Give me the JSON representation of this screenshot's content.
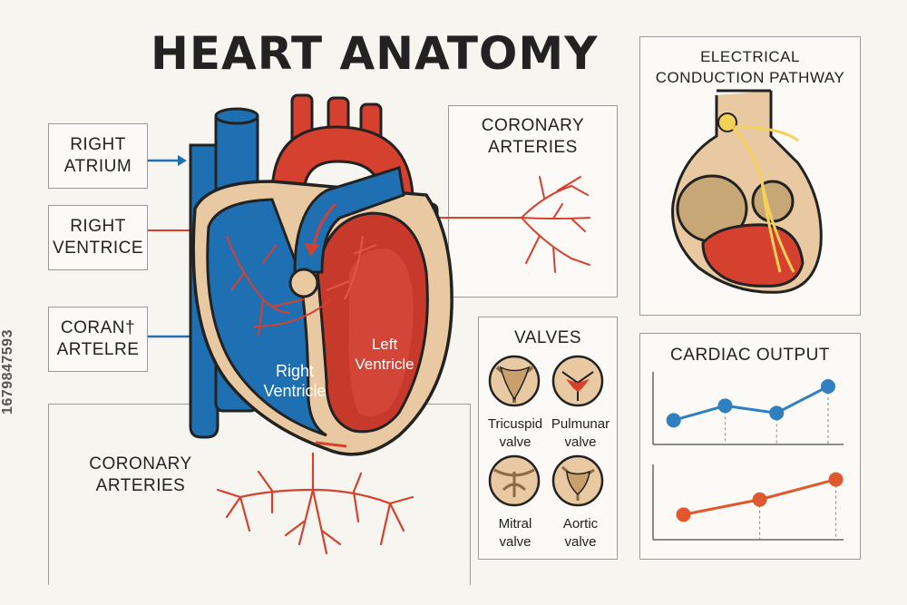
{
  "title": "HEART ANATOMY",
  "stock_id": "1679847593",
  "labels": {
    "right_atrium": [
      "RIGHT",
      "ATRIUM"
    ],
    "right_ventricle_box": [
      "RIGHT",
      "VENTRICE"
    ],
    "coronary_box_left": [
      "CORAN†",
      "ARTELRE"
    ],
    "coronary_bottom": [
      "CORONARY",
      "ARTERIES"
    ],
    "coronary_top": [
      "CORONARY",
      "ARTERIES"
    ],
    "heart_right_ventricle": [
      "Right",
      "Ventricle"
    ],
    "heart_left_ventricle": [
      "Left",
      "Ventricle"
    ]
  },
  "conduction": {
    "title": [
      "ELECTRICAL",
      "CONDUCTION PATHWAY"
    ]
  },
  "valves": {
    "title": "VALVES",
    "items": [
      {
        "name": [
          "Tricuspid",
          "valve"
        ]
      },
      {
        "name": [
          "Pulmunar",
          "valve"
        ]
      },
      {
        "name": [
          "Mitral",
          "valve"
        ]
      },
      {
        "name": [
          "Aortic",
          "valve"
        ]
      }
    ]
  },
  "cardiac_output": {
    "title": "CARDIAC OUTPUT"
  },
  "chart_data": [
    {
      "type": "line",
      "title": "",
      "x": [
        1,
        2,
        3,
        4
      ],
      "series": [
        {
          "values": [
            1.0,
            1.6,
            1.3,
            2.4
          ],
          "color": "#2f7fc1"
        }
      ],
      "xlim": [
        0.6,
        4.3
      ],
      "ylim": [
        0,
        3
      ]
    },
    {
      "type": "line",
      "title": "",
      "x": [
        1,
        2,
        3
      ],
      "series": [
        {
          "values": [
            1.0,
            1.6,
            2.4
          ],
          "color": "#e0582e"
        }
      ],
      "xlim": [
        0.6,
        3.1
      ],
      "ylim": [
        0,
        3
      ]
    }
  ],
  "colors": {
    "blue": "#1f6fb3",
    "red": "#d6402f",
    "tan": "#e8c9a1",
    "outline": "#222222",
    "branch": "#d6402f"
  }
}
